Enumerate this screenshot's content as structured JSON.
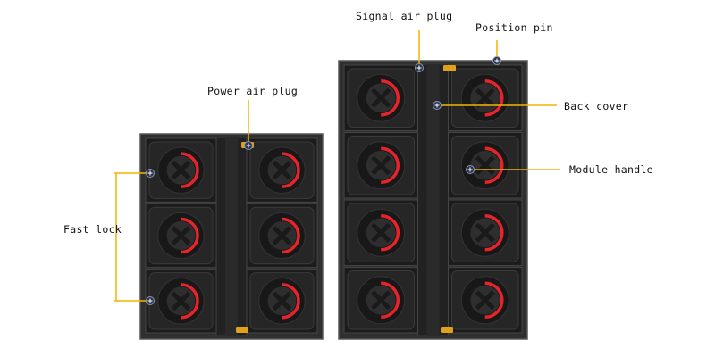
{
  "callouts": {
    "fast_lock": "Fast lock",
    "power_air_plug": "Power air plug",
    "signal_air_plug": "Signal air plug",
    "position_pin": "Position pin",
    "back_cover": "Back cover",
    "module_handle": "Module handle"
  },
  "colors": {
    "callout_line": "#f5b400",
    "cabinet": "#2b2b2b",
    "handle": "#e8242b",
    "marker": "#2c3550"
  },
  "cabinets": [
    {
      "name": "small-cabinet",
      "rows": 3,
      "cols": 2
    },
    {
      "name": "large-cabinet",
      "rows": 4,
      "cols": 2
    }
  ]
}
